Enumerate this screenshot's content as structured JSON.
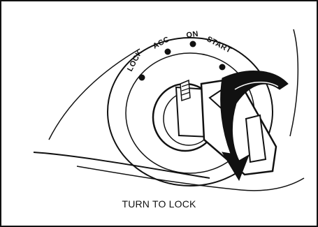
{
  "figure": {
    "positions": [
      "LOCK",
      "ACC",
      "ON",
      "START"
    ],
    "caption": "TURN TO LOCK"
  }
}
